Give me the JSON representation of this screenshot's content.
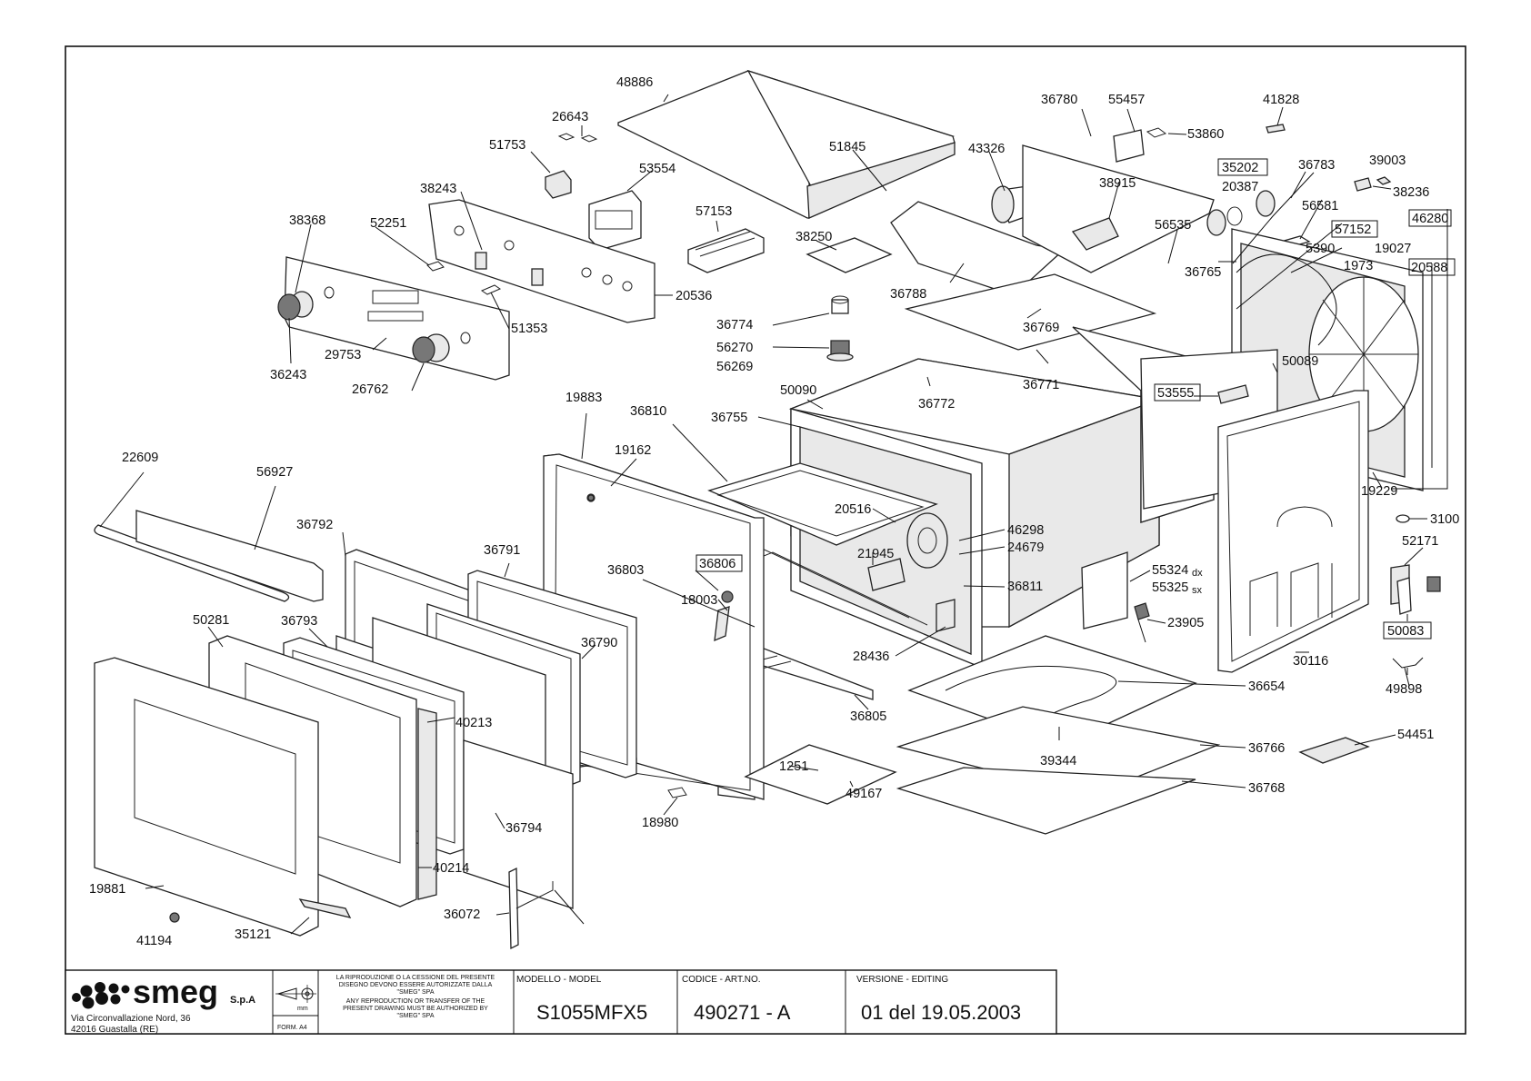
{
  "company": {
    "brand": "smeg",
    "suffix": "S.p.A",
    "address_line1": "Via Circonvallazione Nord, 36",
    "address_line2": "42016  Guastalla (RE)"
  },
  "title_block": {
    "format": "FORM. A4",
    "unit": "mm",
    "notice_it": [
      "LA RIPRODUZIONE O LA CESSIONE DEL PRESENTE",
      "DISEGNO DEVONO ESSERE AUTORIZZATE DALLA",
      "\"SMEG\" SPA"
    ],
    "notice_en": [
      "ANY REPRODUCTION OR TRANSFER OF THE",
      "PRESENT DRAWING MUST BE AUTHORIZED BY",
      "\"SMEG\" SPA"
    ],
    "model_header": "MODELLO - MODEL",
    "model_value": "S1055MFX5",
    "code_header": "CODICE - ART.NO.",
    "code_value": "490271 - A",
    "version_header": "VERSIONE - EDITING",
    "version_value": "01 del 19.05.2003"
  },
  "part_labels": [
    "48886",
    "26643",
    "51753",
    "53554",
    "38243",
    "52251",
    "38368",
    "20536",
    "57153",
    "38250",
    "51845",
    "43326",
    "36780",
    "55457",
    "53860",
    "41828",
    "35202",
    "20387",
    "36783",
    "39003",
    "38236",
    "38915",
    "56581",
    "57152",
    "5390",
    "1973",
    "19027",
    "46280",
    "20588",
    "36765",
    "56535",
    "36788",
    "36769",
    "36774",
    "56270",
    "56269",
    "36771",
    "36772",
    "50089",
    "50090",
    "36755",
    "19883",
    "36810",
    "19162",
    "22609",
    "56927",
    "36792",
    "36791",
    "36803",
    "36806",
    "18003",
    "50281",
    "36793",
    "40213",
    "36790",
    "36794",
    "40214",
    "19881",
    "41194",
    "35121",
    "36072",
    "20516",
    "46298",
    "24679",
    "21945",
    "36811",
    "28436",
    "36805",
    "1251",
    "49167",
    "18980",
    "55324",
    "55325",
    "23905",
    "53555",
    "19229",
    "3100",
    "52171",
    "50083",
    "49898",
    "30116",
    "36654",
    "39344",
    "36766",
    "36768",
    "54451",
    "29753",
    "36243",
    "26762",
    "51353"
  ],
  "suffix_labels": [
    "dx",
    "sx"
  ]
}
